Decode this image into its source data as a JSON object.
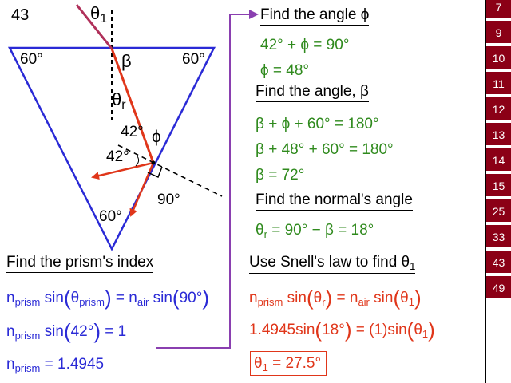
{
  "slide_number": "43",
  "figure": {
    "theta1": "θ",
    "theta1_sub": "1",
    "beta": "β",
    "theta_r": "θ",
    "theta_r_sub": "r",
    "phi": "ϕ",
    "angle_top_left": "60°",
    "angle_top_right": "60°",
    "angle_bottom": "60°",
    "angle_42_upper": "42°",
    "angle_42_lower": "42°",
    "angle_90": "90°"
  },
  "phi_section": {
    "heading": "Find the angle ϕ",
    "eq1": "42° + ϕ = 90°",
    "eq2": "ϕ = 48°"
  },
  "beta_section": {
    "heading": "Find the angle, β",
    "eq1": "β + ϕ + 60° = 180°",
    "eq2": "β + 48° + 60° = 180°",
    "eq3": "β = 72°"
  },
  "normal_section": {
    "heading": "Find the normal's angle",
    "eq_theta": "θ",
    "eq_sub": "r",
    "eq_rest": " = 90° − β = 18°"
  },
  "prism_section": {
    "heading": "Find the prism's index",
    "n": "n",
    "sub_prism": "prism",
    "sub_air": "air",
    "sin": "sin",
    "theta": "θ",
    "eq1_mid": " = n",
    "eq1_90": "90°",
    "eq2_42": "42°",
    "eq2_rest": " = 1",
    "eq3_rest": " = 1.4945"
  },
  "snell_section": {
    "heading_prefix": "Use Snell's law to find θ",
    "heading_sub": "1",
    "n": "n",
    "sub_prism": "prism",
    "sub_air": "air",
    "sin": "sin",
    "theta": "θ",
    "sub_r": "r",
    "sub_1": "1",
    "eq1_mid": " = n",
    "eq2_start": "1.4945",
    "eq2_18": "18°",
    "eq2_mid": " = (1)",
    "result_theta": "θ",
    "result_sub": "1",
    "result_rest": " = 27.5°"
  },
  "nav_items": [
    "7",
    "9",
    "10",
    "11",
    "12",
    "13",
    "14",
    "15",
    "25",
    "33",
    "43",
    "49"
  ],
  "colors": {
    "ray": "#e0361a",
    "incident_ray": "#b0305a",
    "prism": "#2a2ad6",
    "green": "#2f8a1d",
    "nav": "#8b0016",
    "arrow": "#8a3fb0"
  }
}
